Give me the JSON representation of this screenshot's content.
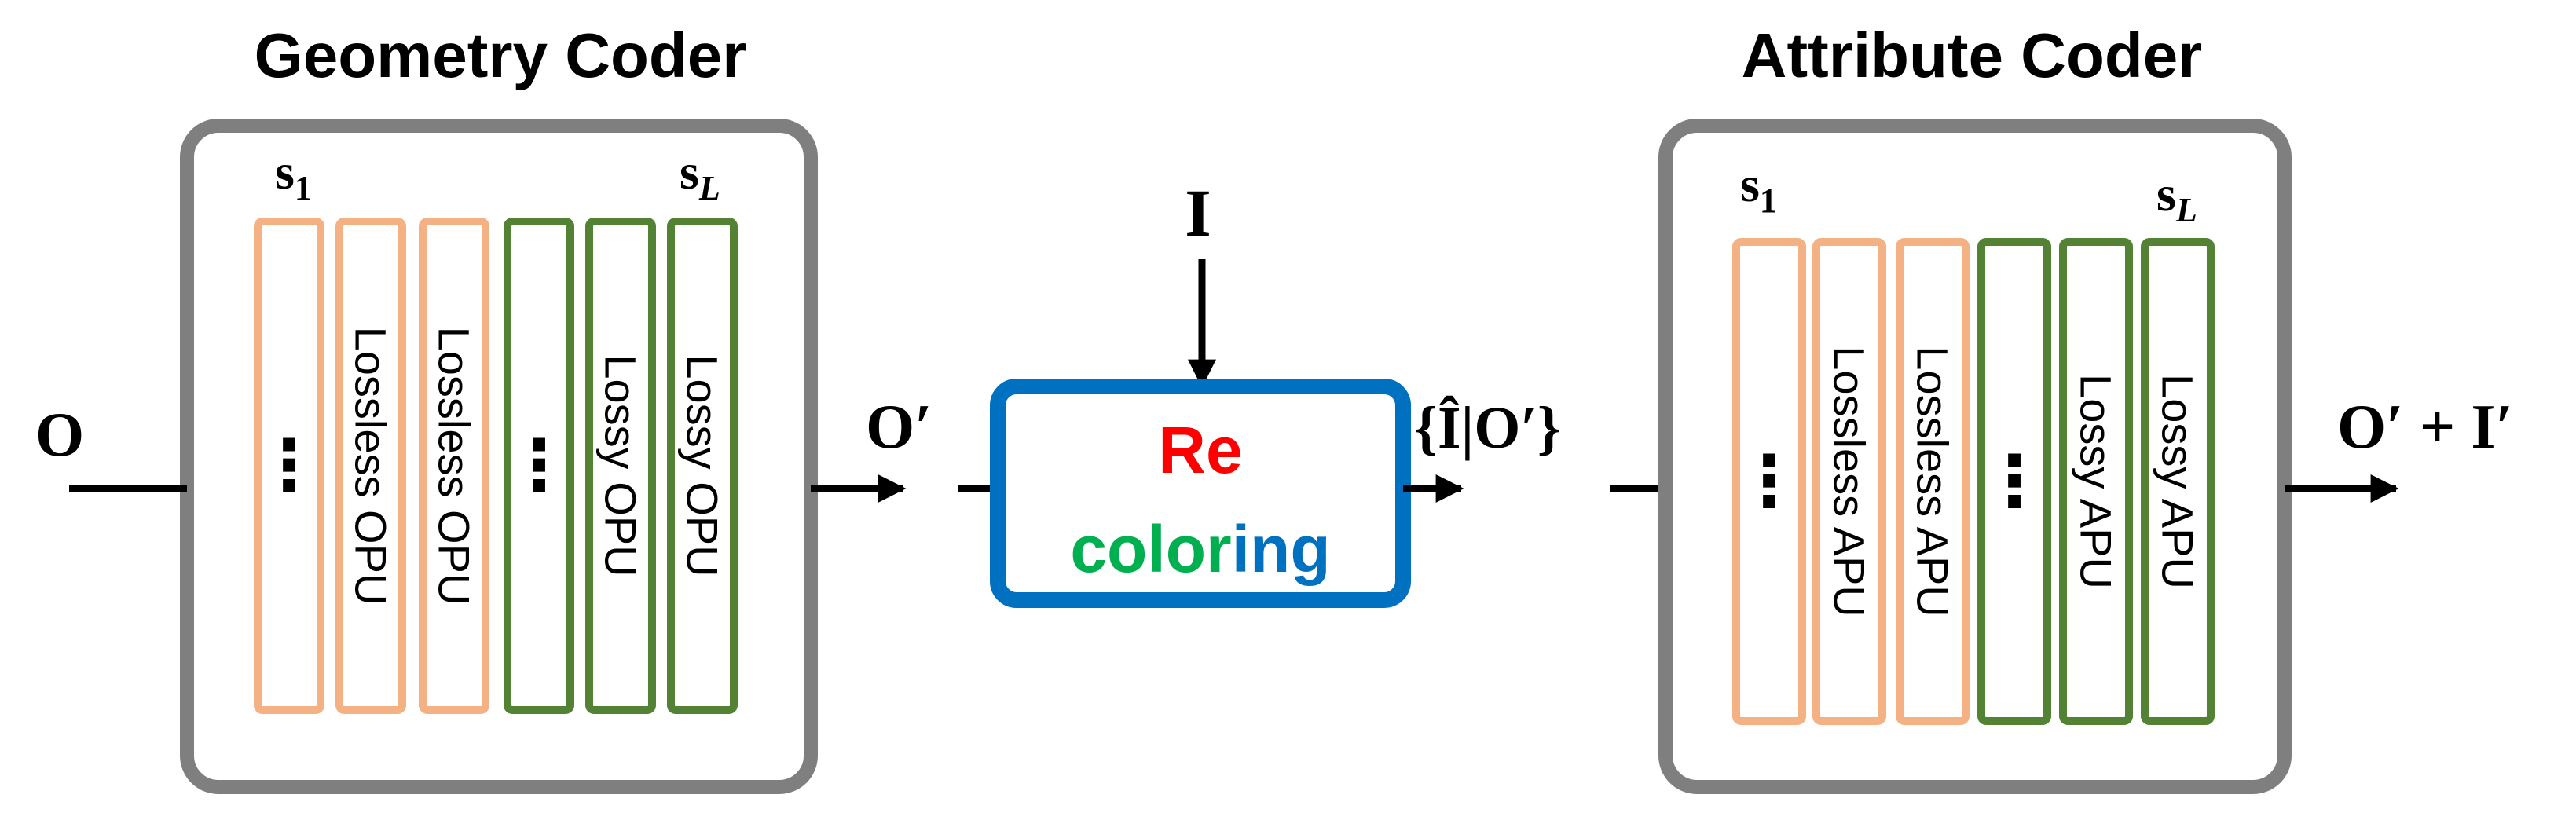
{
  "geometry_coder": {
    "title": "Geometry Coder",
    "first_stage": "s",
    "first_stage_sub": "1",
    "last_stage": "s",
    "last_stage_sub": "L",
    "units": [
      {
        "label": "",
        "kind": "lossless"
      },
      {
        "label": "Lossless OPU",
        "kind": "lossless"
      },
      {
        "label": "Lossless OPU",
        "kind": "lossless"
      },
      {
        "label": "",
        "kind": "lossy"
      },
      {
        "label": "Lossy OPU",
        "kind": "lossy"
      },
      {
        "label": "Lossy OPU",
        "kind": "lossy"
      }
    ],
    "ellipsis": "⋮"
  },
  "attribute_coder": {
    "title": "Attribute Coder",
    "first_stage": "s",
    "first_stage_sub": "1",
    "last_stage": "s",
    "last_stage_sub": "L",
    "units": [
      {
        "label": "",
        "kind": "lossless"
      },
      {
        "label": "Lossless APU",
        "kind": "lossless"
      },
      {
        "label": "Lossless APU",
        "kind": "lossless"
      },
      {
        "label": "",
        "kind": "lossy"
      },
      {
        "label": "Lossy APU",
        "kind": "lossy"
      },
      {
        "label": "Lossy APU",
        "kind": "lossy"
      }
    ],
    "ellipsis": "⋮"
  },
  "recoloring": {
    "line1": "Re",
    "line2_part1": "color",
    "line2_part2": "ing"
  },
  "signals": {
    "input_geometry": "O",
    "geometry_output": "O′",
    "input_attribute": "I",
    "recolored": "{Î|O′}",
    "final_output": "O′ + I′"
  },
  "colors": {
    "lossless": "#F4B183",
    "lossy": "#548235",
    "coder_border": "#7F7F7F",
    "recolor_border": "#0070C0",
    "re_text": "#FF0000",
    "color_text": "#00B050",
    "ing_text": "#0070C0"
  }
}
